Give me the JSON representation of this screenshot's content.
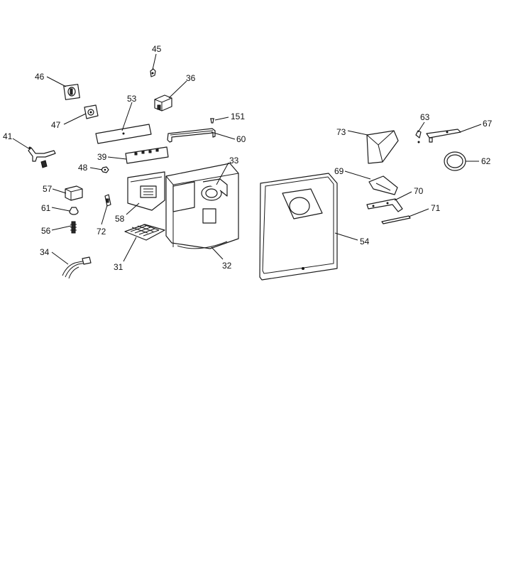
{
  "diagram": {
    "callouts": [
      {
        "id": "45",
        "label": "45"
      },
      {
        "id": "36",
        "label": "36"
      },
      {
        "id": "46",
        "label": "46"
      },
      {
        "id": "53",
        "label": "53"
      },
      {
        "id": "151",
        "label": "151"
      },
      {
        "id": "47",
        "label": "47"
      },
      {
        "id": "60",
        "label": "60"
      },
      {
        "id": "41",
        "label": "41"
      },
      {
        "id": "39",
        "label": "39"
      },
      {
        "id": "33",
        "label": "33"
      },
      {
        "id": "48",
        "label": "48"
      },
      {
        "id": "57",
        "label": "57"
      },
      {
        "id": "61",
        "label": "61"
      },
      {
        "id": "56",
        "label": "56"
      },
      {
        "id": "72",
        "label": "72"
      },
      {
        "id": "58",
        "label": "58"
      },
      {
        "id": "34",
        "label": "34"
      },
      {
        "id": "31",
        "label": "31"
      },
      {
        "id": "32",
        "label": "32"
      },
      {
        "id": "63",
        "label": "63"
      },
      {
        "id": "67",
        "label": "67"
      },
      {
        "id": "73",
        "label": "73"
      },
      {
        "id": "62",
        "label": "62"
      },
      {
        "id": "69",
        "label": "69"
      },
      {
        "id": "70",
        "label": "70"
      },
      {
        "id": "71",
        "label": "71"
      },
      {
        "id": "54",
        "label": "54"
      }
    ]
  }
}
